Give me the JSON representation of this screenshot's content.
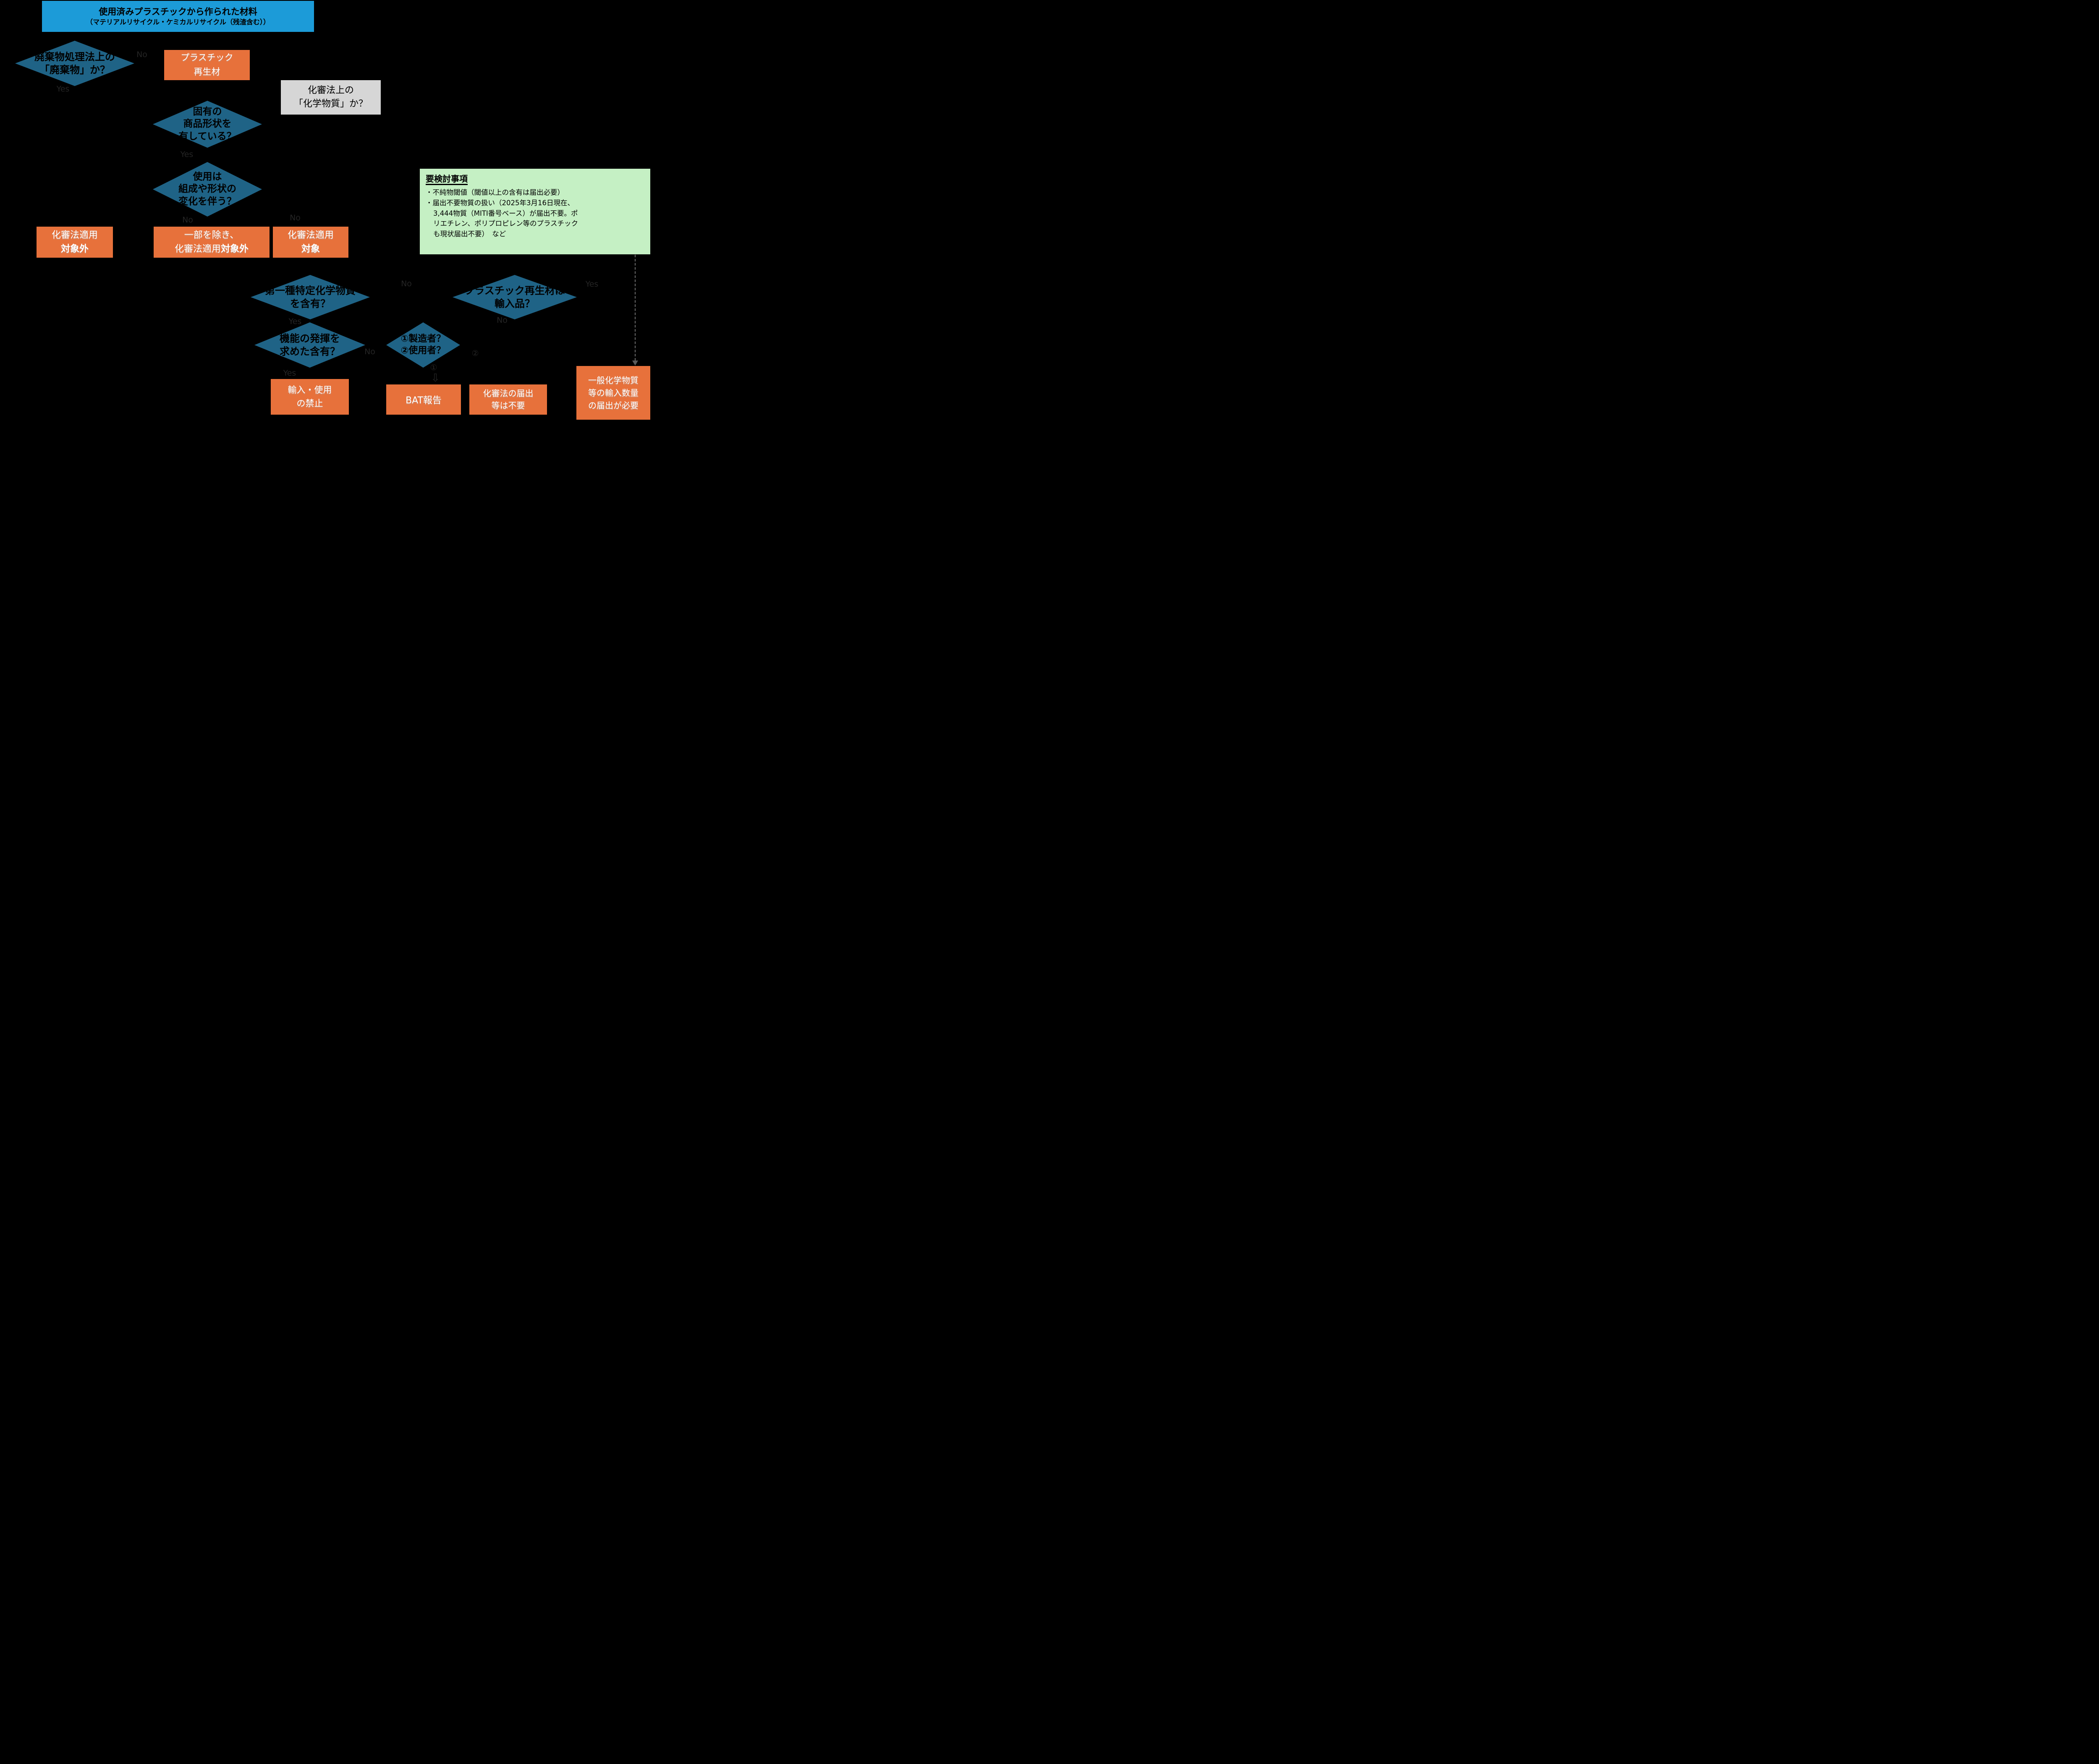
{
  "colors": {
    "background": "#000000",
    "header_blue": "#1C9BD8",
    "diamond_teal": "#1F6386",
    "box_orange": "#E7713B",
    "box_gray": "#D6D6D6",
    "note_green": "#C5F0C4",
    "connector_gray": "#6E6E6E",
    "ghost_label": "#242424"
  },
  "header": {
    "line1": "使用済みプラスチックから作られた材料",
    "line2": "（マテリアルリサイクル・ケミカルリサイクル（残渣含む））"
  },
  "decisions": {
    "waste": {
      "line1": "廃棄物処理法上の",
      "line2": "「廃棄物」か？"
    },
    "shape": {
      "line1": "固有の",
      "line2": "商品形状を",
      "line3": "有している？"
    },
    "change": {
      "line1": "使用は",
      "line2": "組成や形状の",
      "line3": "変化を伴う？"
    },
    "class1": {
      "line1": "第一種特定化学物質",
      "line2": "を含有？"
    },
    "imported": {
      "line1": "プラスチック再生材は",
      "line2": "輸入品？"
    },
    "function": {
      "line1": "機能の発揮を",
      "line2": "求めた含有？"
    },
    "actor": {
      "line1": "①製造者？",
      "line2": "②使用者？"
    }
  },
  "boxes": {
    "recycled": {
      "line1": "プラスチック",
      "line2": "再生材"
    },
    "chem_question": {
      "line1": "化審法上の",
      "line2": "「化学物質」か？"
    },
    "out_of_scope": {
      "line1": "化審法適用",
      "line2_bold": "対象外"
    },
    "partial_out": {
      "line1": "一部を除き、",
      "line2": "化審法適用",
      "line2_bold": "対象外"
    },
    "in_scope": {
      "line1": "化審法適用",
      "line2_bold": "対象"
    },
    "ban": {
      "line1": "輸入・使用",
      "line2": "の禁止"
    },
    "bat": {
      "line1": "BAT報告"
    },
    "no_notification": {
      "line1": "化審法の届出",
      "line2": "等は不要"
    },
    "general_notification": {
      "line1": "一般化学物質",
      "line2": "等の輸入数量",
      "line3": "の届出が必要"
    }
  },
  "note": {
    "title": "要検討事項",
    "lines": [
      "・不純物閾値（閾値以上の含有は届出必要）",
      "・届出不要物質の扱い（2025年3月16日現在、",
      "3,444物質（MITI番号ベース）が届出不要。ポ",
      "リエチレン、ポリプロピレン等のプラスチック",
      "も現状届出不要）　など"
    ]
  },
  "edge_labels": {
    "yes1": "Yes",
    "no1": "No",
    "yes2": "Yes",
    "no2": "No",
    "no3": "No",
    "yes3": "Yes",
    "no6": "No",
    "no4": "No",
    "yes4": "Yes",
    "maru1": "①",
    "maru2": "②",
    "yes5": "Yes",
    "no5": "No",
    "arrow_down": "⇩"
  }
}
